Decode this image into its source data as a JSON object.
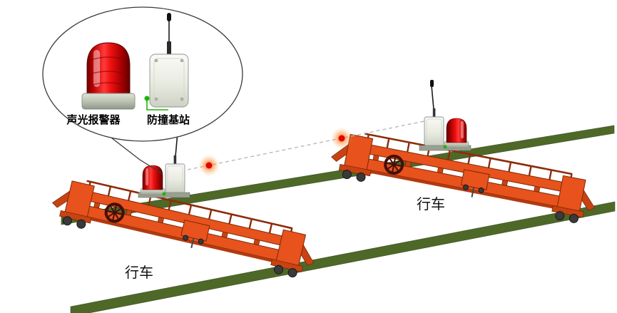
{
  "callout": {
    "alarm_label": "声光报警器",
    "base_station_label": "防撞基站"
  },
  "scene": {
    "crane_left_label": "行车",
    "crane_right_label": "行车"
  },
  "colors": {
    "crane_orange": "#e8521c",
    "crane_dark_orange": "#c84312",
    "crane_outline": "#7c2808",
    "rail_green": "#4e6828",
    "beacon_red": "#cc0000",
    "signal_red": "#e00500",
    "signal_glow": "#ff8a3c",
    "signal_line_gray": "#b9b9b9",
    "wire_green": "#1fb400",
    "station_body": "#eff1e9"
  }
}
